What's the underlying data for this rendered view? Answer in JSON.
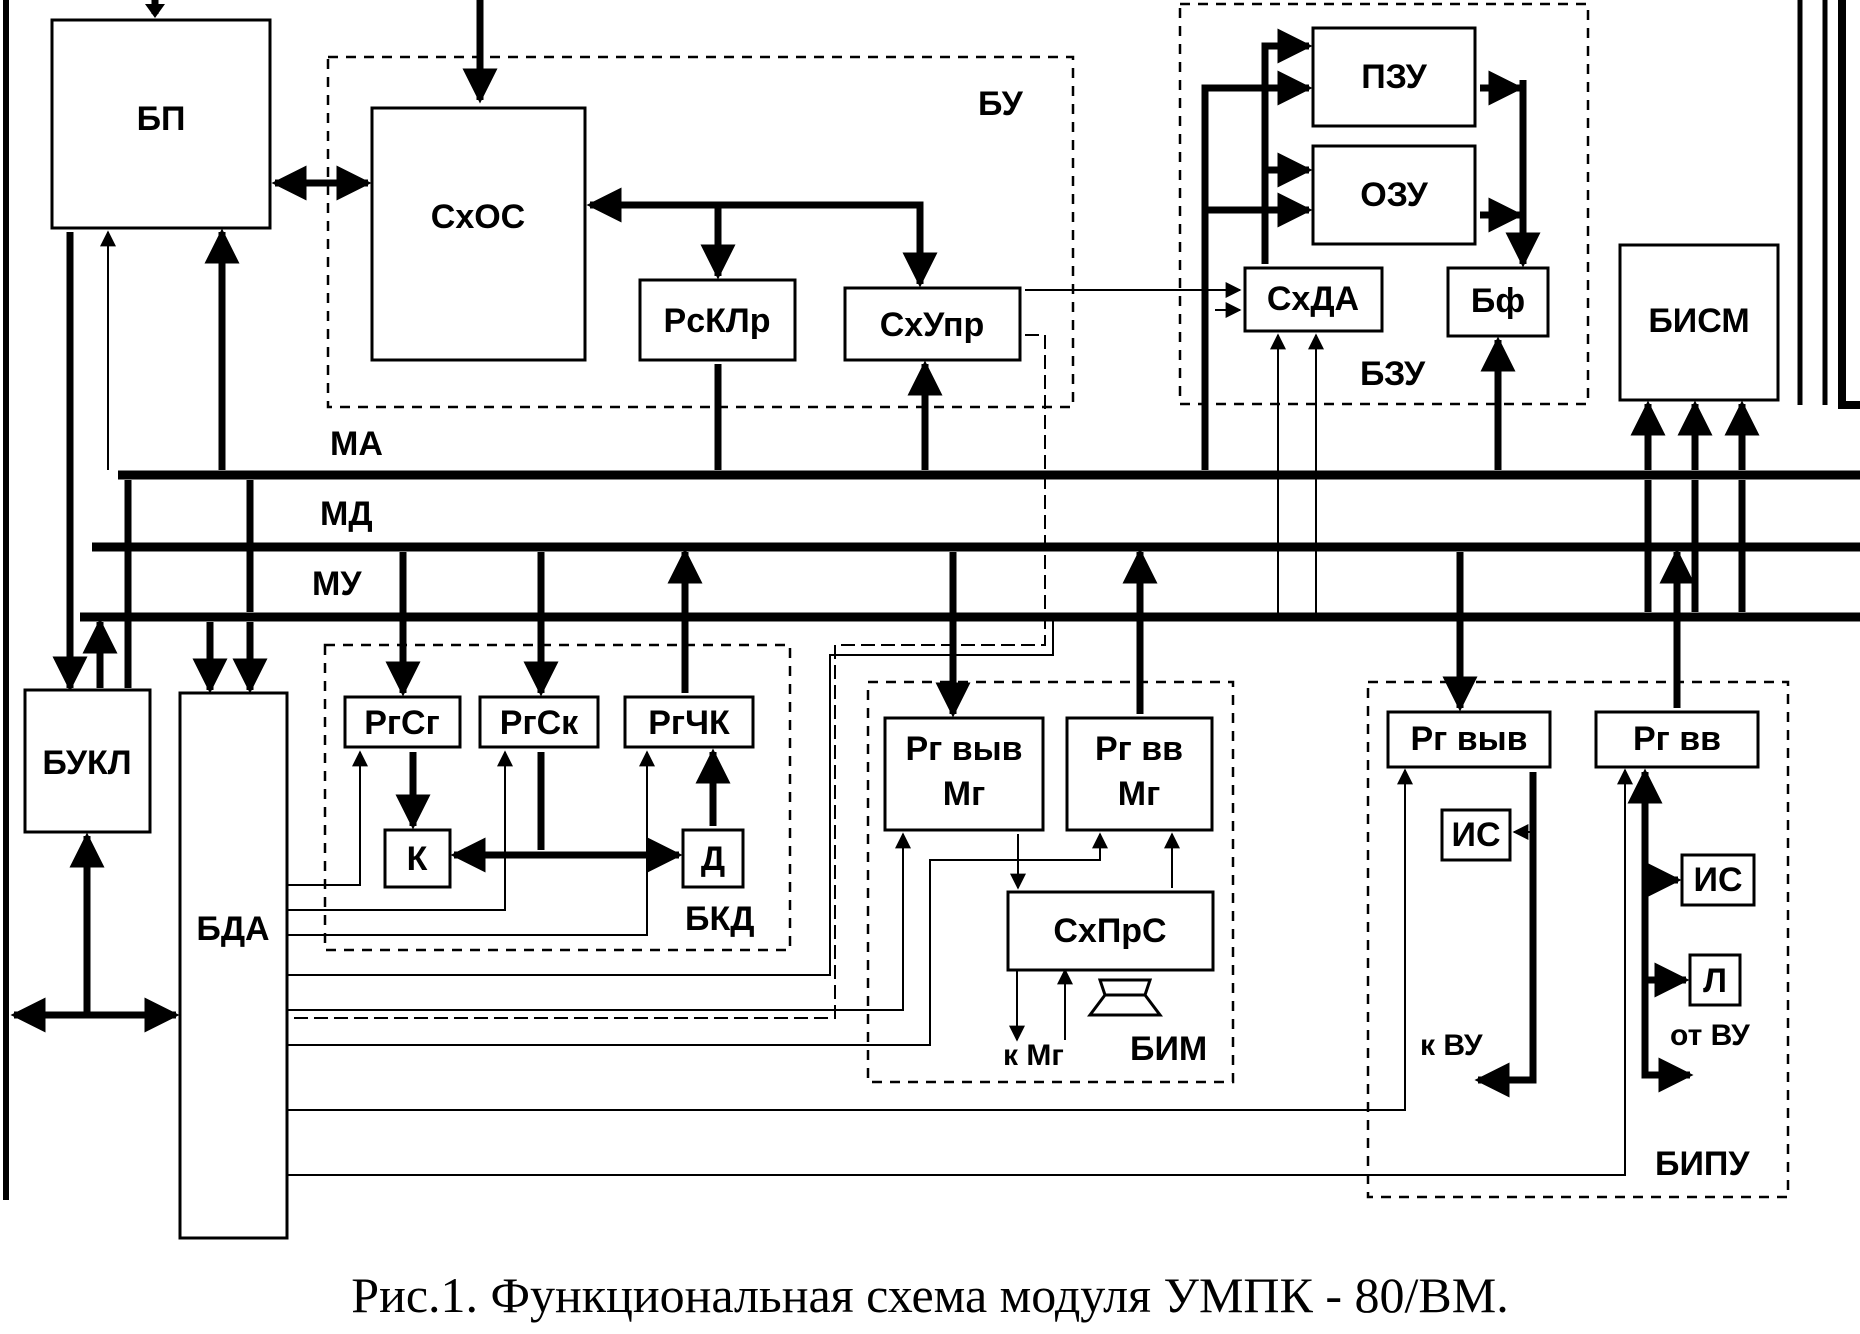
{
  "blocks": {
    "bp": "БП",
    "sxos": "СхОС",
    "bu": "БУ",
    "rgsklp": "РсКЛр",
    "sxupr": "СхУпр",
    "pzu": "ПЗУ",
    "ozu": "ОЗУ",
    "sxda": "СхДА",
    "bf": "Бф",
    "bzu": "БЗУ",
    "bism": "БИСМ",
    "bukl": "БУКЛ",
    "bda": "БДА",
    "rgsg": "РгСг",
    "rgsk": "РгСк",
    "rgchk": "РгЧК",
    "k": "К",
    "d": "Д",
    "bkd": "БКД",
    "rg_vyv_mg_1": "Рг выв",
    "rg_vyv_mg_2": "Мг",
    "rg_vv_mg_1": "Рг вв",
    "rg_vv_mg_2": "Мг",
    "sxprs": "СхПрС",
    "k_mg": "к Мг",
    "bim": "БИМ",
    "rg_vyv": "Рг выв",
    "rg_vv": "Рг вв",
    "is_1": "ИС",
    "is_2": "ИС",
    "l": "Л",
    "k_vu": "к ВУ",
    "ot_vu": "от ВУ",
    "bipu": "БИПУ"
  },
  "buses": {
    "ma": "МА",
    "md": "МД",
    "mu": "МУ"
  },
  "caption": "Рис.1. Функциональная схема модуля УМПК - 80/ВМ."
}
